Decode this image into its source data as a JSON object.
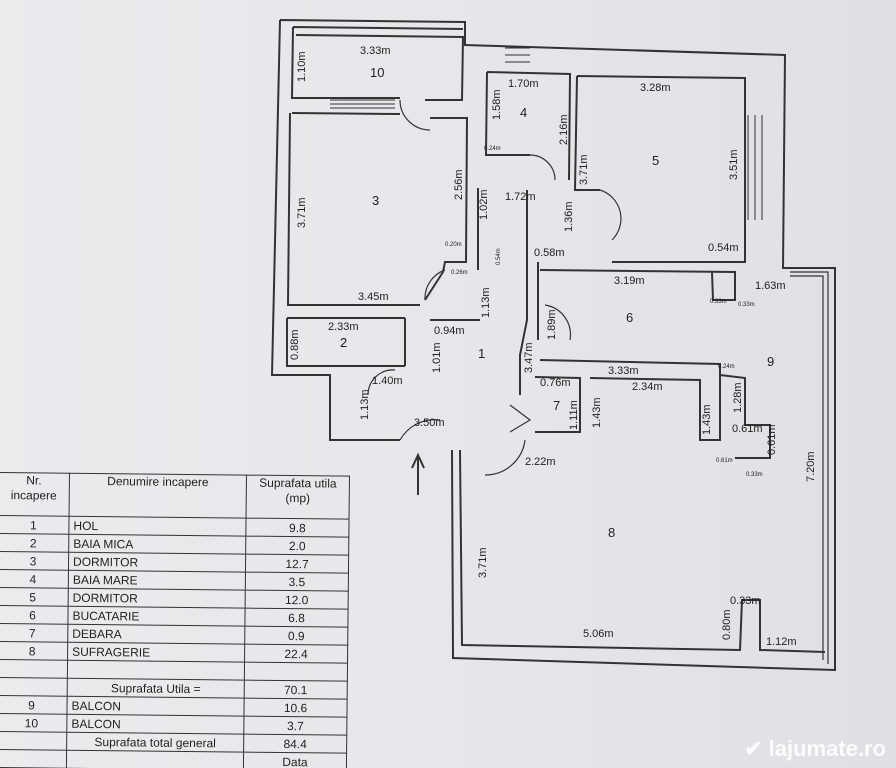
{
  "rooms": [
    {
      "nr": "1",
      "name": "HOL",
      "area": "9.8"
    },
    {
      "nr": "2",
      "name": "BAIA MICA",
      "area": "2.0"
    },
    {
      "nr": "3",
      "name": "DORMITOR",
      "area": "12.7"
    },
    {
      "nr": "4",
      "name": "BAIA MARE",
      "area": "3.5"
    },
    {
      "nr": "5",
      "name": "DORMITOR",
      "area": "12.0"
    },
    {
      "nr": "6",
      "name": "BUCATARIE",
      "area": "6.8"
    },
    {
      "nr": "7",
      "name": "DEBARA",
      "area": "0.9"
    },
    {
      "nr": "8",
      "name": "SUFRAGERIE",
      "area": "22.4"
    }
  ],
  "balconies": [
    {
      "nr": "9",
      "name": "BALCON",
      "area": "10.6"
    },
    {
      "nr": "10",
      "name": "BALCON",
      "area": "3.7"
    }
  ],
  "table": {
    "col_nr": "Nr. incapere",
    "col_name": "Denumire incapere",
    "col_area": "Suprafata utila (mp)",
    "useful_label": "Suprafata Utila =",
    "useful_value": "70.1",
    "total_label": "Suprafata total general",
    "total_value": "84.4",
    "date_label": "Data"
  },
  "dims": {
    "b10_w": "3.33m",
    "b10_h": "1.10m",
    "r3_h": "3.71m",
    "r3_w": "3.45m",
    "r3_r": "2.56m",
    "r3_a": "0.20m",
    "r3_b": "0.54m",
    "r3_c": "0.26m",
    "r4_w": "1.70m",
    "r4_h": "1.58m",
    "r4_a": "0.24m",
    "r4_r": "2.16m",
    "r5_w": "3.28m",
    "r5_l": "3.71m",
    "r5_r": "3.51m",
    "r5_a": "0.54m",
    "h_a": "1.72m",
    "h_b": "1.02m",
    "h_c": "1.36m",
    "h_d": "0.58m",
    "h_e": "1.13m",
    "h_f": "0.94m",
    "h_g": "1.01m",
    "h_h": "3.47m",
    "h_i": "1.89m",
    "h_j": "3.50m",
    "h_k": "2.22m",
    "r2_w": "2.33m",
    "r2_h": "0.88m",
    "r2_a": "1.40m",
    "r2_b": "1.13m",
    "r6_w": "3.19m",
    "r6_b": "3.33m",
    "r6_c": "0.33m",
    "r6_d": "0.33m",
    "b9_w": "1.63m",
    "b9_h": "7.20m",
    "b9_a": "0.24m",
    "b9_b": "1.28m",
    "b9_c": "0.61m",
    "b9_d": "0.61m",
    "b9_e": "0.61m",
    "b9_f": "0.33m",
    "r7_w": "0.76m",
    "r7_h": "1.11m",
    "r8_a": "2.34m",
    "r8_b": "1.43m",
    "r8_c": "1.43m",
    "r8_h": "3.71m",
    "r8_w": "5.06m",
    "r8_d": "0.80m",
    "r8_e": "0.33m",
    "r8_f": "1.12m"
  },
  "labels": {
    "r1": "1",
    "r2": "2",
    "r3": "3",
    "r4": "4",
    "r5": "5",
    "r6": "6",
    "r7": "7",
    "r8": "8",
    "r9": "9",
    "r10": "10"
  },
  "watermark": "lajumate.ro"
}
